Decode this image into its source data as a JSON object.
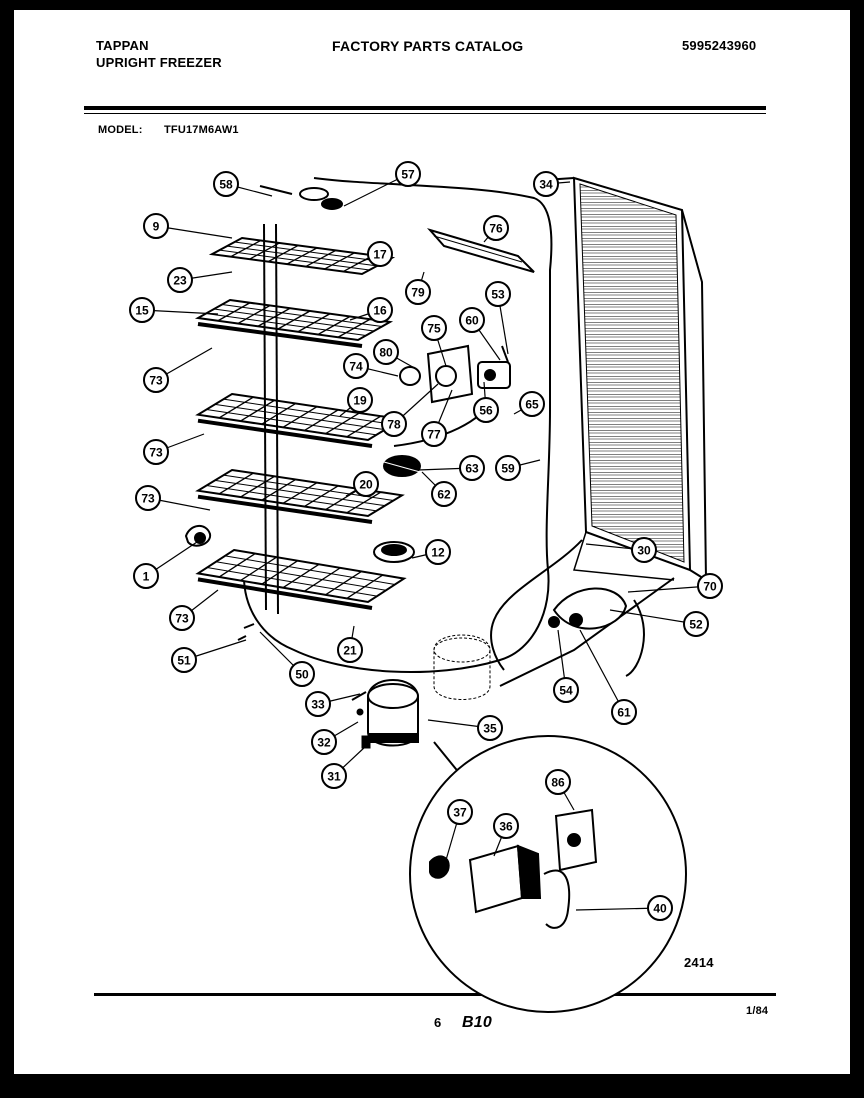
{
  "header": {
    "brand": "TAPPAN",
    "product": "UPRIGHT FREEZER",
    "catalog_title": "FACTORY PARTS CATALOG",
    "catalog_number": "5995243960",
    "model_label": "MODEL:",
    "model_number": "TFU17M6AW1"
  },
  "footer": {
    "diagram_number": "2414",
    "page_number": "6",
    "section": "B10",
    "date": "1/84"
  },
  "callouts": [
    "58",
    "57",
    "34",
    "9",
    "76",
    "17",
    "23",
    "79",
    "53",
    "15",
    "16",
    "75",
    "60",
    "80",
    "74",
    "73",
    "65",
    "56",
    "19",
    "78",
    "77",
    "73",
    "63",
    "59",
    "62",
    "73",
    "20",
    "30",
    "1",
    "12",
    "70",
    "52",
    "73",
    "21",
    "51",
    "50",
    "54",
    "61",
    "33",
    "35",
    "32",
    "31",
    "86",
    "37",
    "36",
    "40"
  ]
}
